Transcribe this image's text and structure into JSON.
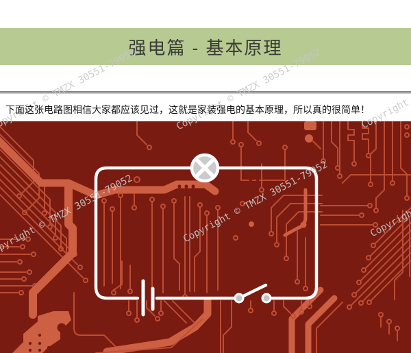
{
  "header": {
    "title": "强电篇 - 基本原理"
  },
  "intro": {
    "text": "下面这张电路图相信大家都应该见过，这就是家装强电的基本原理，所以真的很简单！"
  },
  "watermark": {
    "text": "Copyright © TMZX 30551-79052"
  },
  "colors": {
    "header_bg": "#b7ca92",
    "header_text": "#3b3b35",
    "board_bg": "#7a1b11",
    "trace": "#c04f36",
    "trace_bright": "#cd5f43",
    "circuit_wire": "#ffffff",
    "lamp_fill": "#cbcbcb",
    "watermark_gray": "#c8c8c8"
  }
}
